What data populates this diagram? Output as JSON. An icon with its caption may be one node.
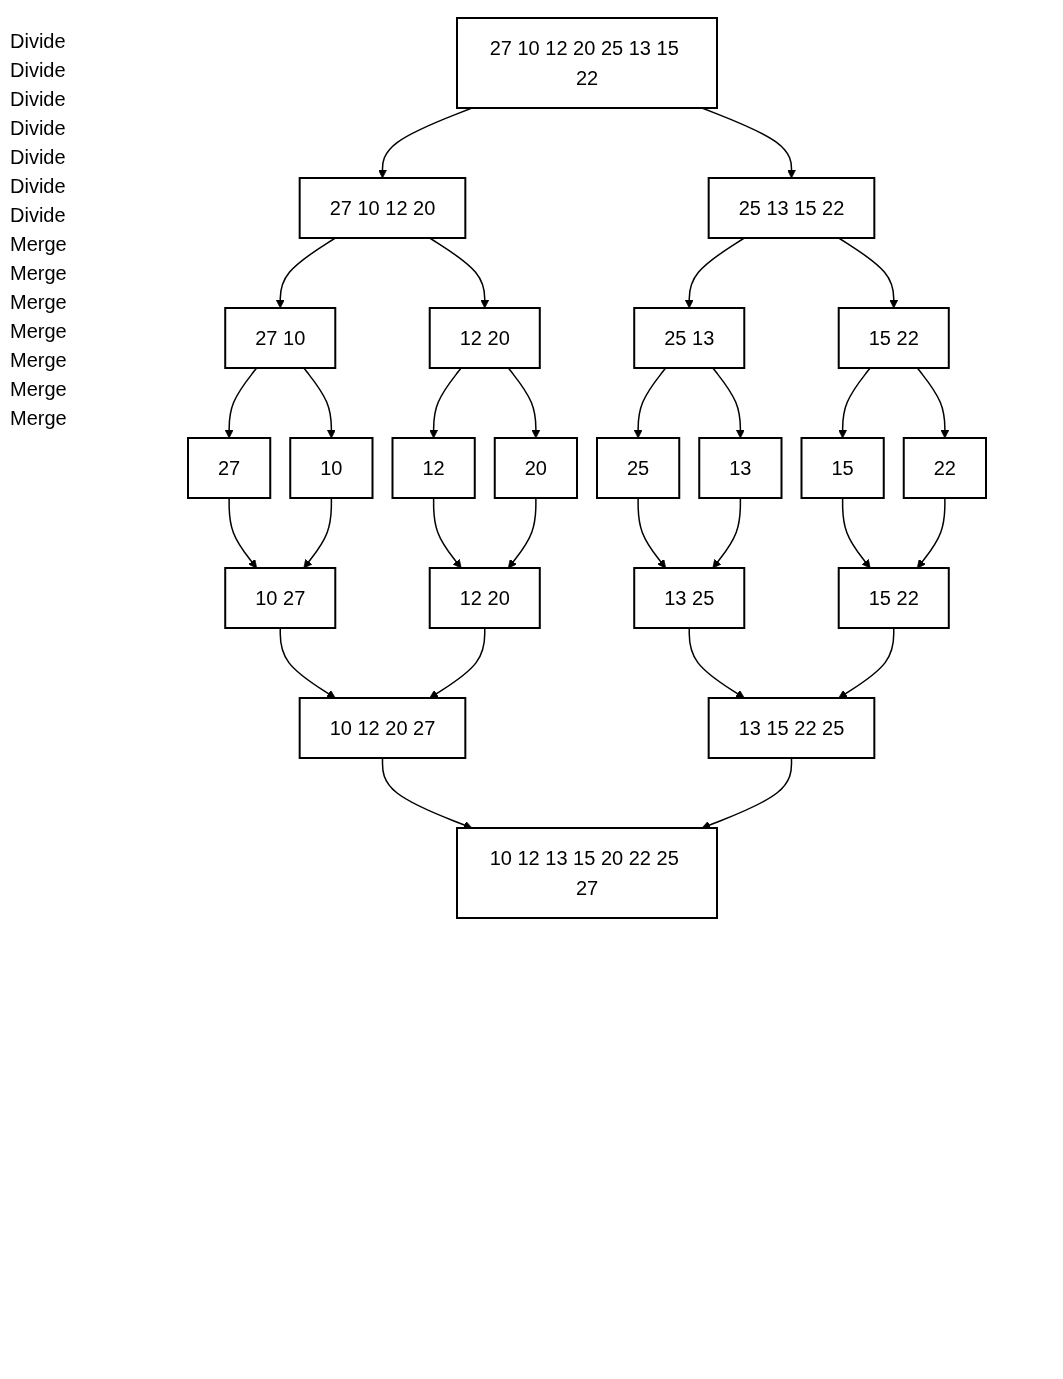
{
  "diagram": {
    "nodes": [
      {
        "text": [
          "27 10 12 20 25 13 15 22"
        ]
      },
      {
        "text": [
          "27 10 12 20"
        ]
      },
      {
        "text": [
          "25 13 15 22"
        ]
      },
      {
        "text": [
          "27 10"
        ]
      },
      {
        "text": [
          "12 20"
        ]
      },
      {
        "text": [
          "25 13"
        ]
      },
      {
        "text": [
          "15 22"
        ]
      },
      {
        "text": [
          "27"
        ]
      },
      {
        "text": [
          "10"
        ]
      },
      {
        "text": [
          "12"
        ]
      },
      {
        "text": [
          "20"
        ]
      },
      {
        "text": [
          "25"
        ]
      },
      {
        "text": [
          "13"
        ]
      },
      {
        "text": [
          "15"
        ]
      },
      {
        "text": [
          "22"
        ]
      },
      {
        "text": [
          "10 27"
        ]
      },
      {
        "text": [
          "12 20"
        ]
      },
      {
        "text": [
          "13 25"
        ]
      },
      {
        "text": [
          "15 22"
        ]
      },
      {
        "text": [
          "10 12 20 27"
        ]
      },
      {
        "text": [
          "13 15 22 25"
        ]
      },
      {
        "text": [
          "10 12 13 15 20 22 25 27"
        ]
      }
    ],
    "edges": [
      {
        "from": 0,
        "to": 1,
        "arrow": "to"
      },
      {
        "from": 0,
        "to": 2,
        "arrow": "to"
      },
      {
        "from": 1,
        "to": 3,
        "arrow": "to"
      },
      {
        "from": 1,
        "to": 4,
        "arrow": "to"
      },
      {
        "from": 2,
        "to": 5,
        "arrow": "to"
      },
      {
        "from": 2,
        "to": 6,
        "arrow": "to"
      },
      {
        "from": 3,
        "to": 7,
        "arrow": "to"
      },
      {
        "from": 3,
        "to": 8,
        "arrow": "to"
      },
      {
        "from": 4,
        "to": 9,
        "arrow": "to"
      },
      {
        "from": 4,
        "to": 10,
        "arrow": "to"
      },
      {
        "from": 5,
        "to": 11,
        "arrow": "to"
      },
      {
        "from": 5,
        "to": 12,
        "arrow": "to"
      },
      {
        "from": 6,
        "to": 13,
        "arrow": "to"
      },
      {
        "from": 6,
        "to": 14,
        "arrow": "to"
      },
      {
        "from": 7,
        "to": 15,
        "arrow": "to"
      },
      {
        "from": 8,
        "to": 15,
        "arrow": "to"
      },
      {
        "from": 9,
        "to": 16,
        "arrow": "to"
      },
      {
        "from": 10,
        "to": 16,
        "arrow": "to"
      },
      {
        "from": 11,
        "to": 17,
        "arrow": "to"
      },
      {
        "from": 12,
        "to": 17,
        "arrow": "to"
      },
      {
        "from": 13,
        "to": 18,
        "arrow": "to"
      },
      {
        "from": 14,
        "to": 18,
        "arrow": "to"
      },
      {
        "from": 15,
        "to": 19,
        "arrow": "to"
      },
      {
        "from": 16,
        "to": 19,
        "arrow": "to"
      },
      {
        "from": 17,
        "to": 20,
        "arrow": "to"
      },
      {
        "from": 18,
        "to": 20,
        "arrow": "to"
      },
      {
        "from": 19,
        "to": 21,
        "arrow": "to"
      },
      {
        "from": 20,
        "to": 21,
        "arrow": "to"
      }
    ],
    "labels": [
      "Divide",
      "Divide",
      "Divide",
      "Divide",
      "Divide",
      "Divide",
      "Divide",
      "Merge",
      "Merge",
      "Merge",
      "Merge",
      "Merge",
      "Merge",
      "Merge"
    ]
  }
}
